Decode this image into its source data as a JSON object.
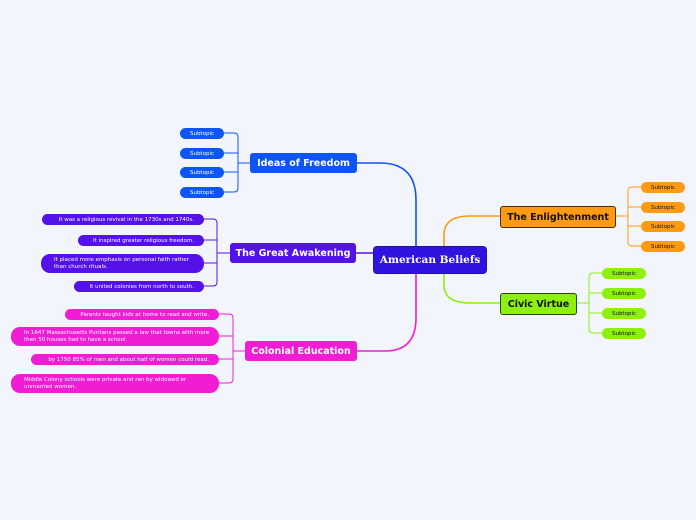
{
  "central": "American Beliefs",
  "freedom": {
    "title": "Ideas of Freedom",
    "subs": [
      "Subtopic",
      "Subtopic",
      "Subtopic",
      "Subtopic"
    ]
  },
  "awakening": {
    "title": "The Great Awakening",
    "subs": [
      "It was a religious revival in the 1730s and 1740s.",
      "It inspired greater religious freedom.",
      "It placed more emphasis on personal faith rather than church rituals.",
      "It united colonies from north to south."
    ]
  },
  "education": {
    "title": "Colonial Education",
    "subs": [
      "Parents taught kids at home to read and write.",
      "In 1647 Massachusetts Puritans passed a law that towns with more then 50 houses had to have a school.",
      "by 1750 85% of men and about half of women could read.",
      "Middle Colony schools were private and ran by widowed or unmarried women."
    ]
  },
  "enlightenment": {
    "title": "The Enlightenment",
    "subs": [
      "Subtopic",
      "Subtopic",
      "Subtopic",
      "Subtopic"
    ]
  },
  "civic": {
    "title": "Civic Virtue",
    "subs": [
      "Subtopic",
      "Subtopic",
      "Subtopic",
      "Subtopic"
    ]
  },
  "colors": {
    "background": "#f3f5fd",
    "central": "#2f14e0",
    "freedom": "#0d55f5",
    "awakening": "#5412e8",
    "education": "#f01dd4",
    "enlightenment": "#ff9a12",
    "civic": "#8df00d"
  }
}
